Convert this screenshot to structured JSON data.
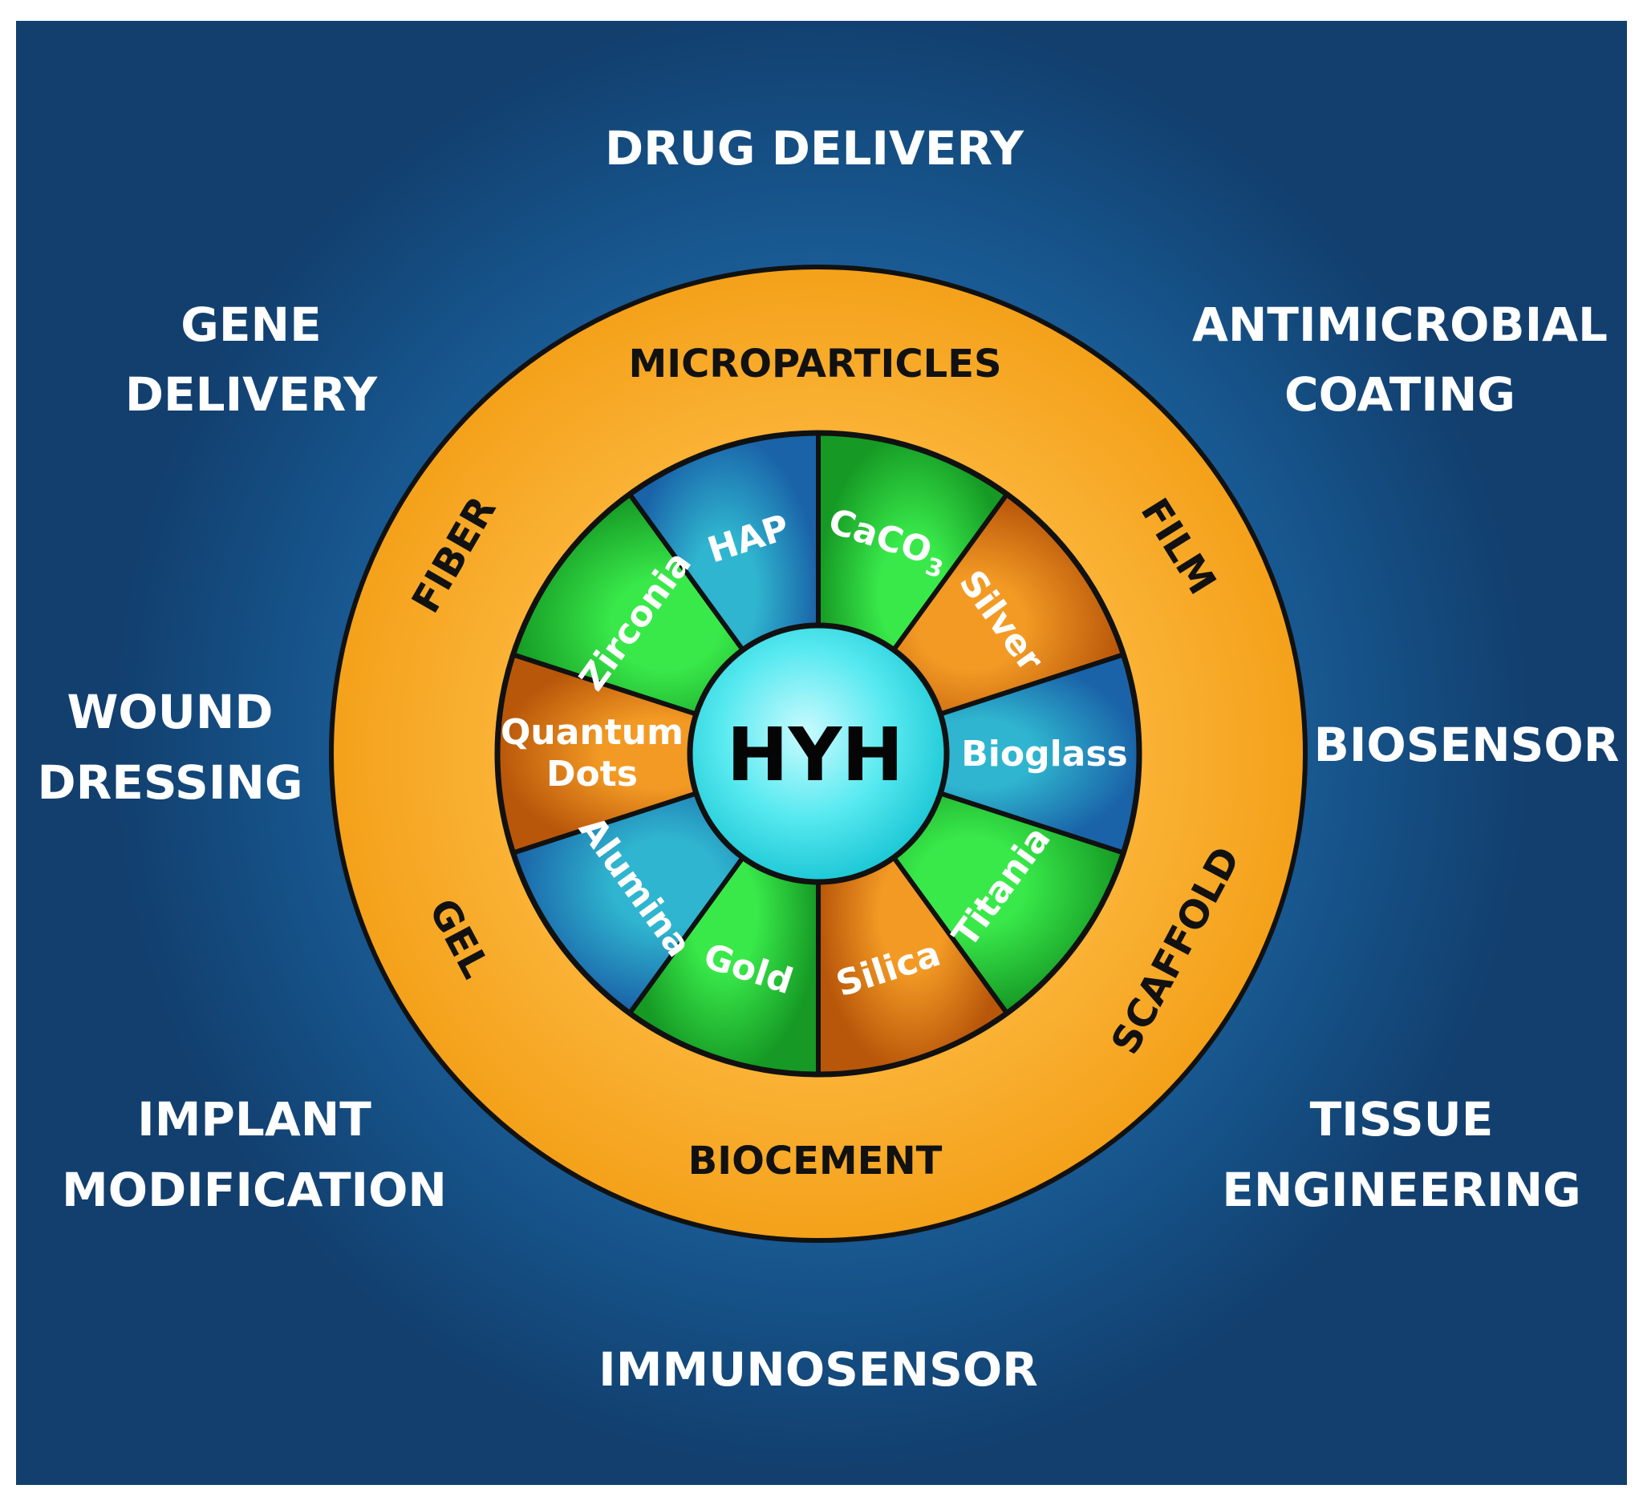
{
  "center": {
    "label": "HYH"
  },
  "applications": {
    "drug_delivery": [
      "DRUG DELIVERY"
    ],
    "gene_delivery": [
      "GENE",
      "DELIVERY"
    ],
    "antimicrobial_coating": [
      "ANTIMICROBIAL",
      "COATING"
    ],
    "wound_dressing": [
      "WOUND",
      "DRESSING"
    ],
    "biosensor": [
      "BIOSENSOR"
    ],
    "implant_modification": [
      "IMPLANT",
      "MODIFICATION"
    ],
    "tissue_engineering": [
      "TISSUE",
      "ENGINEERING"
    ],
    "immunosensor": [
      "IMMUNOSENSOR"
    ]
  },
  "forms": {
    "microparticles": "MICROPARTICLES",
    "fiber": "FIBER",
    "film": "FILM",
    "gel": "GEL",
    "scaffold": "SCAFFOLD",
    "biocement": "BIOCEMENT"
  },
  "materials": [
    {
      "id": "caco3",
      "label": "CaCO",
      "subscript": "3",
      "color": "#2bd43a"
    },
    {
      "id": "silver",
      "label": "Silver",
      "color": "#e27b0f"
    },
    {
      "id": "bioglass",
      "label": "Bioglass",
      "color": "#2a9ac8"
    },
    {
      "id": "titania",
      "label": "Titania",
      "color": "#2bd43a"
    },
    {
      "id": "silica",
      "label": "Silica",
      "color": "#e27b0f"
    },
    {
      "id": "gold",
      "label": "Gold",
      "color": "#22c534"
    },
    {
      "id": "alumina",
      "label": "Alumina",
      "color": "#2a8dc8"
    },
    {
      "id": "quantum_dots",
      "label": [
        "Quantum",
        "Dots"
      ],
      "color": "#e27b0f"
    },
    {
      "id": "zirconia",
      "label": "Zirconia",
      "color": "#2bd43a"
    },
    {
      "id": "hap",
      "label": "HAP",
      "color": "#2a9ac8"
    }
  ],
  "colors": {
    "background": "#1f6aa9",
    "outer_ring": "#f7a928",
    "center_circle": "#4fe5ec",
    "outline": "#111111"
  }
}
